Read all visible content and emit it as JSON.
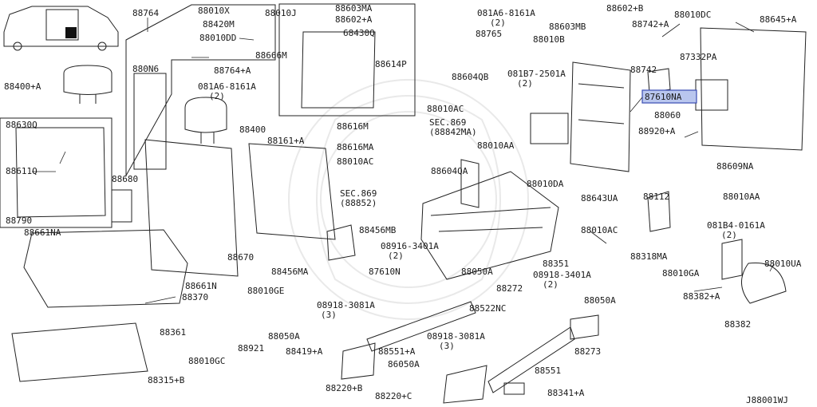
{
  "diagram": {
    "code": "J88001WJ",
    "highlighted_part": "87610NA",
    "highlight_color": "#b9c6ee",
    "labels": {
      "p88764": "88764",
      "p88010X": "88010X",
      "p88010J": "88010J",
      "p88603MA": "88603MA",
      "p88602A": "88602+A",
      "p88420M": "88420M",
      "p68430Q": "68430Q",
      "p88010DD": "88010DD",
      "p88764A": "88764+A",
      "p880N6": "880N6",
      "p88400A": "88400+A",
      "p081A6a": "081A6-8161A",
      "p081A6a_q": "(2)",
      "p88666M": "88666M",
      "p88614P": "88614P",
      "p88400": "88400",
      "p88630Q": "88630Q",
      "p88611Q": "88611Q",
      "p88790": "88790",
      "p88661NA": "88661NA",
      "p88680": "88680",
      "p88161A": "88161+A",
      "p88616M": "88616M",
      "p88616MA": "88616MA",
      "p88010AC1": "88010AC",
      "pSEC869b": "SEC.869",
      "pSEC869b_r": "(88852)",
      "p88604QA": "88604QA",
      "p88670": "88670",
      "p88456MB": "88456MB",
      "p88456MA": "88456MA",
      "p88661N": "88661N",
      "p88370": "88370",
      "p88361": "88361",
      "p88010GE": "88010GE",
      "p88921": "88921",
      "p88010GC": "88010GC",
      "p88315B": "88315+B",
      "p08916a": "08916-3401A",
      "p08916a_q": "(2)",
      "p87610N": "87610N",
      "p88050A1": "88050A",
      "p08918a": "08918-3081A",
      "p08918a_q": "(3)",
      "p88050A2": "88050A",
      "p88419A": "88419+A",
      "p88220B": "88220+B",
      "p88551A": "88551+A",
      "p08918b": "08918-3081A",
      "p08918b_q": "(3)",
      "p86050A": "86050A",
      "p88220C": "88220+C",
      "p081A6b": "081A6-8161A",
      "p081A6b_q": "(2)",
      "p88765": "88765",
      "p88602B": "88602+B",
      "p88603MB": "88603MB",
      "p88742A": "88742+A",
      "p88010DC": "88010DC",
      "p88645A": "88645+A",
      "p88010B": "88010B",
      "p87332PA": "87332PA",
      "p88604QB": "88604QB",
      "p081B7": "081B7-2501A",
      "p081B7_q": "(2)",
      "p88742": "88742",
      "p88010AC2": "88010AC",
      "pSEC869a": "SEC.869",
      "pSEC869a_r": "(88842MA)",
      "p87610NA": "87610NA",
      "p88060": "88060",
      "p88010AA1": "88010AA",
      "p88920A": "88920+A",
      "p88609NA": "88609NA",
      "p88010DA": "88010DA",
      "p88643UA": "88643UA",
      "p88112": "88112",
      "p88010AA2": "88010AA",
      "p081B4": "081B4-0161A",
      "p081B4_q": "(2)",
      "p88010AC3": "88010AC",
      "p88318MA": "88318MA",
      "p88351": "88351",
      "p88272": "88272",
      "p08918c": "08918-3401A",
      "p08918c_q": "(2)",
      "p88050A3": "88050A",
      "p88522NC": "88522NC",
      "p88010GA": "88010GA",
      "p88382A": "88382+A",
      "p88010UA": "88010UA",
      "p88382": "88382",
      "p88273": "88273",
      "p88551": "88551",
      "p88341A": "88341+A"
    }
  }
}
